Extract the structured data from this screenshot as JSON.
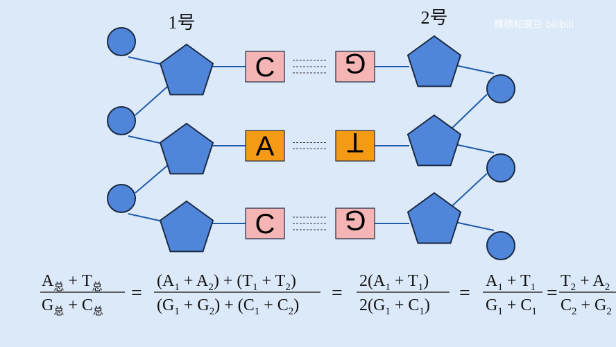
{
  "strands": {
    "left_label": "1号",
    "right_label": "2号"
  },
  "pairs": [
    {
      "left_base": "C",
      "right_base": "G",
      "kind": "CG",
      "bonds": 3
    },
    {
      "left_base": "A",
      "right_base": "T",
      "kind": "AT",
      "bonds": 2
    },
    {
      "left_base": "C",
      "right_base": "G",
      "kind": "CG",
      "bonds": 3
    }
  ],
  "colors": {
    "background": "#dce9f9",
    "phosphate": "#4f86d9",
    "sugar": "#4f86d9",
    "outline": "#1b2a44",
    "backbone": "#1f5aa8",
    "cg_base": "#f5b5b5",
    "at_base": "#f59a14"
  },
  "watermark": "穗穗和豌豆 bilibili",
  "equation": {
    "t1_num_a": "A",
    "t1_num_a_sub": "总",
    "t1_num_plus": "+",
    "t1_num_b": "T",
    "t1_num_b_sub": "总",
    "t1_den_a": "G",
    "t1_den_a_sub": "总",
    "t1_den_plus": "+",
    "t1_den_b": "C",
    "t1_den_b_sub": "总",
    "eq1": "=",
    "t2_num": [
      "(A",
      "1",
      " + A",
      "2",
      ") + (T",
      "1",
      " + T",
      "2",
      ")"
    ],
    "t2_den": [
      "(G",
      "1",
      " + G",
      "2",
      ") + (C",
      "1",
      " + C",
      "2",
      ")"
    ],
    "eq2": "=",
    "t3_num": [
      "2(A",
      "1",
      " + T",
      "1",
      ")"
    ],
    "t3_den": [
      "2(G",
      "1",
      " + C",
      "1",
      ")"
    ],
    "eq3": "=",
    "t4_num": [
      "A",
      "1",
      " + T",
      "1"
    ],
    "t4_den": [
      "G",
      "1",
      " + C",
      "1"
    ],
    "eq4": "=",
    "t5_num": [
      "T",
      "2",
      " + A",
      "2"
    ],
    "t5_den": [
      "C",
      "2",
      " + G",
      "2"
    ]
  }
}
